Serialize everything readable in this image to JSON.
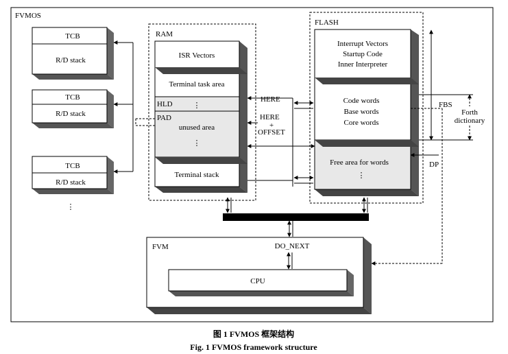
{
  "outer_label": "FVMOS",
  "tcb_blocks": [
    {
      "top": "TCB",
      "bottom": "R/D stack"
    },
    {
      "top": "TCB",
      "bottom": "R/D stack"
    },
    {
      "top": "TCB",
      "bottom": "R/D stack"
    }
  ],
  "tcb_more": "⋮",
  "ram": {
    "label": "RAM",
    "isr": "ISR Vectors",
    "terminal_task": "Terminal task area",
    "hld": "HLD",
    "hld_dots": "⋮",
    "pad": "PAD",
    "unused": "unused area",
    "unused_dots": "⋮",
    "terminal_stack": "Terminal stack"
  },
  "flash": {
    "label": "FLASH",
    "line1": "Interrupt Vectors",
    "line2": "Startup Code",
    "line3": "Inner Interpreter",
    "code": "Code words",
    "base": "Base words",
    "core": "Core words",
    "free": "Free area for words",
    "free_dots": "⋮"
  },
  "arrows": {
    "here": "HERE",
    "here2": "HERE",
    "plus": "+",
    "offset": "OFFSET",
    "fbs": "FBS",
    "forth1": "Forth",
    "forth2": "dictionary",
    "dp": "DP"
  },
  "fvm": {
    "label": "FVM",
    "do_next": "DO_NEXT",
    "cpu": "CPU"
  },
  "caption": {
    "cn": "图 1    FVMOS 框架结构",
    "en": "Fig. 1    FVMOS framework structure"
  }
}
